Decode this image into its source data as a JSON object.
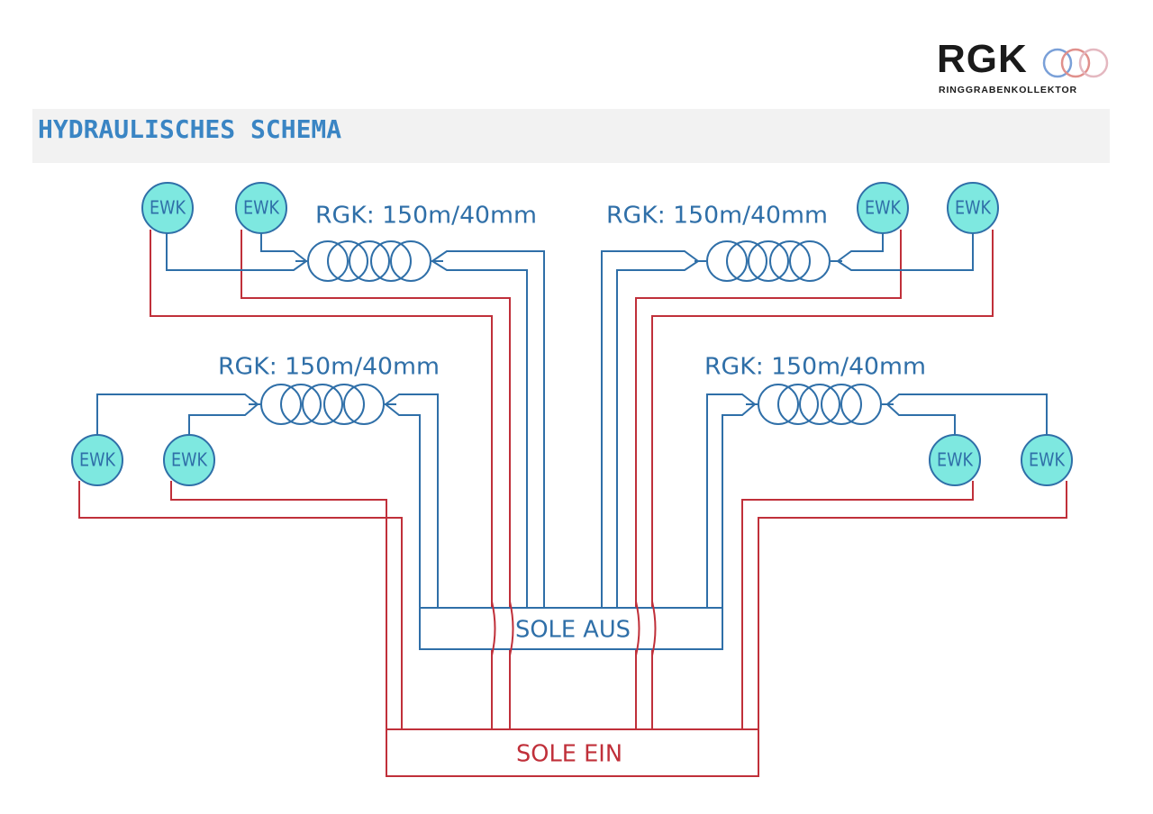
{
  "header": {
    "logo": {
      "word": "RGK",
      "subtitle": "RINGGRABENKOLLEKTOR",
      "ring_colors": [
        "#7aa0d8",
        "#e0908c",
        "#e4b8c0"
      ]
    },
    "title": "HYDRAULISCHES SCHEMA"
  },
  "diagram": {
    "colors": {
      "supply": "#c0303a",
      "return": "#2f6fa8",
      "probe_fill": "#7ee8e0",
      "probe_stroke": "#2f6fa8",
      "text_blue": "#2f6fa8",
      "text_red": "#c0303a"
    },
    "probe_label": "EWK",
    "collector_label": "RGK: 150m/40mm",
    "manifold_out_label": "SOLE AUS",
    "manifold_in_label": "SOLE EIN"
  }
}
